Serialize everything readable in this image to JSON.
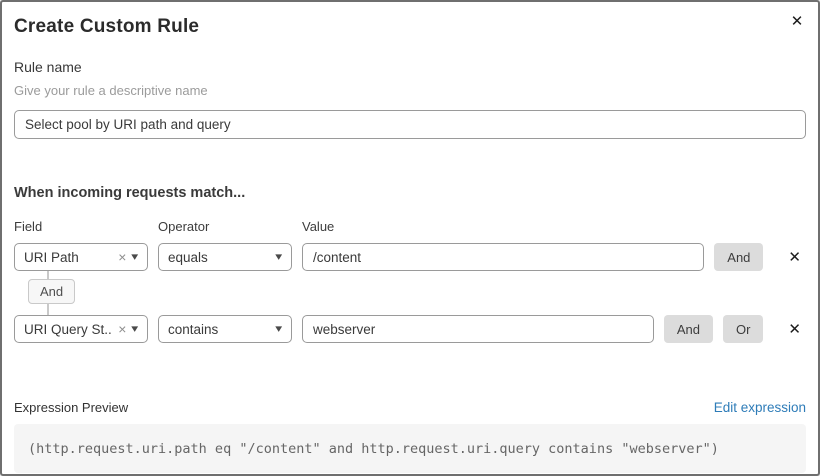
{
  "dialog": {
    "title": "Create Custom Rule"
  },
  "icons": {
    "close": "✕",
    "remove_row": "✕",
    "clear": "×",
    "caret_down": "▾"
  },
  "rule_name": {
    "label": "Rule name",
    "hint": "Give your rule a descriptive name",
    "value": "Select pool by URI path and query"
  },
  "match": {
    "heading": "When incoming requests match...",
    "columns": {
      "field": "Field",
      "operator": "Operator",
      "value": "Value"
    },
    "connector_label": "And",
    "row1": {
      "field": "URI Path",
      "operator": "equals",
      "value": "/content",
      "and_label": "And"
    },
    "row2": {
      "field": "URI Query St...",
      "operator": "contains",
      "value": "webserver",
      "and_label": "And",
      "or_label": "Or"
    }
  },
  "expression": {
    "label": "Expression Preview",
    "edit_link": "Edit expression",
    "code": "(http.request.uri.path eq \"/content\" and http.request.uri.query contains \"webserver\")"
  },
  "colors": {
    "link_blue": "#2e7cb8",
    "button_gray": "#dcdcdc",
    "border_gray": "#9a9a9a",
    "code_bg": "#f5f5f5"
  }
}
